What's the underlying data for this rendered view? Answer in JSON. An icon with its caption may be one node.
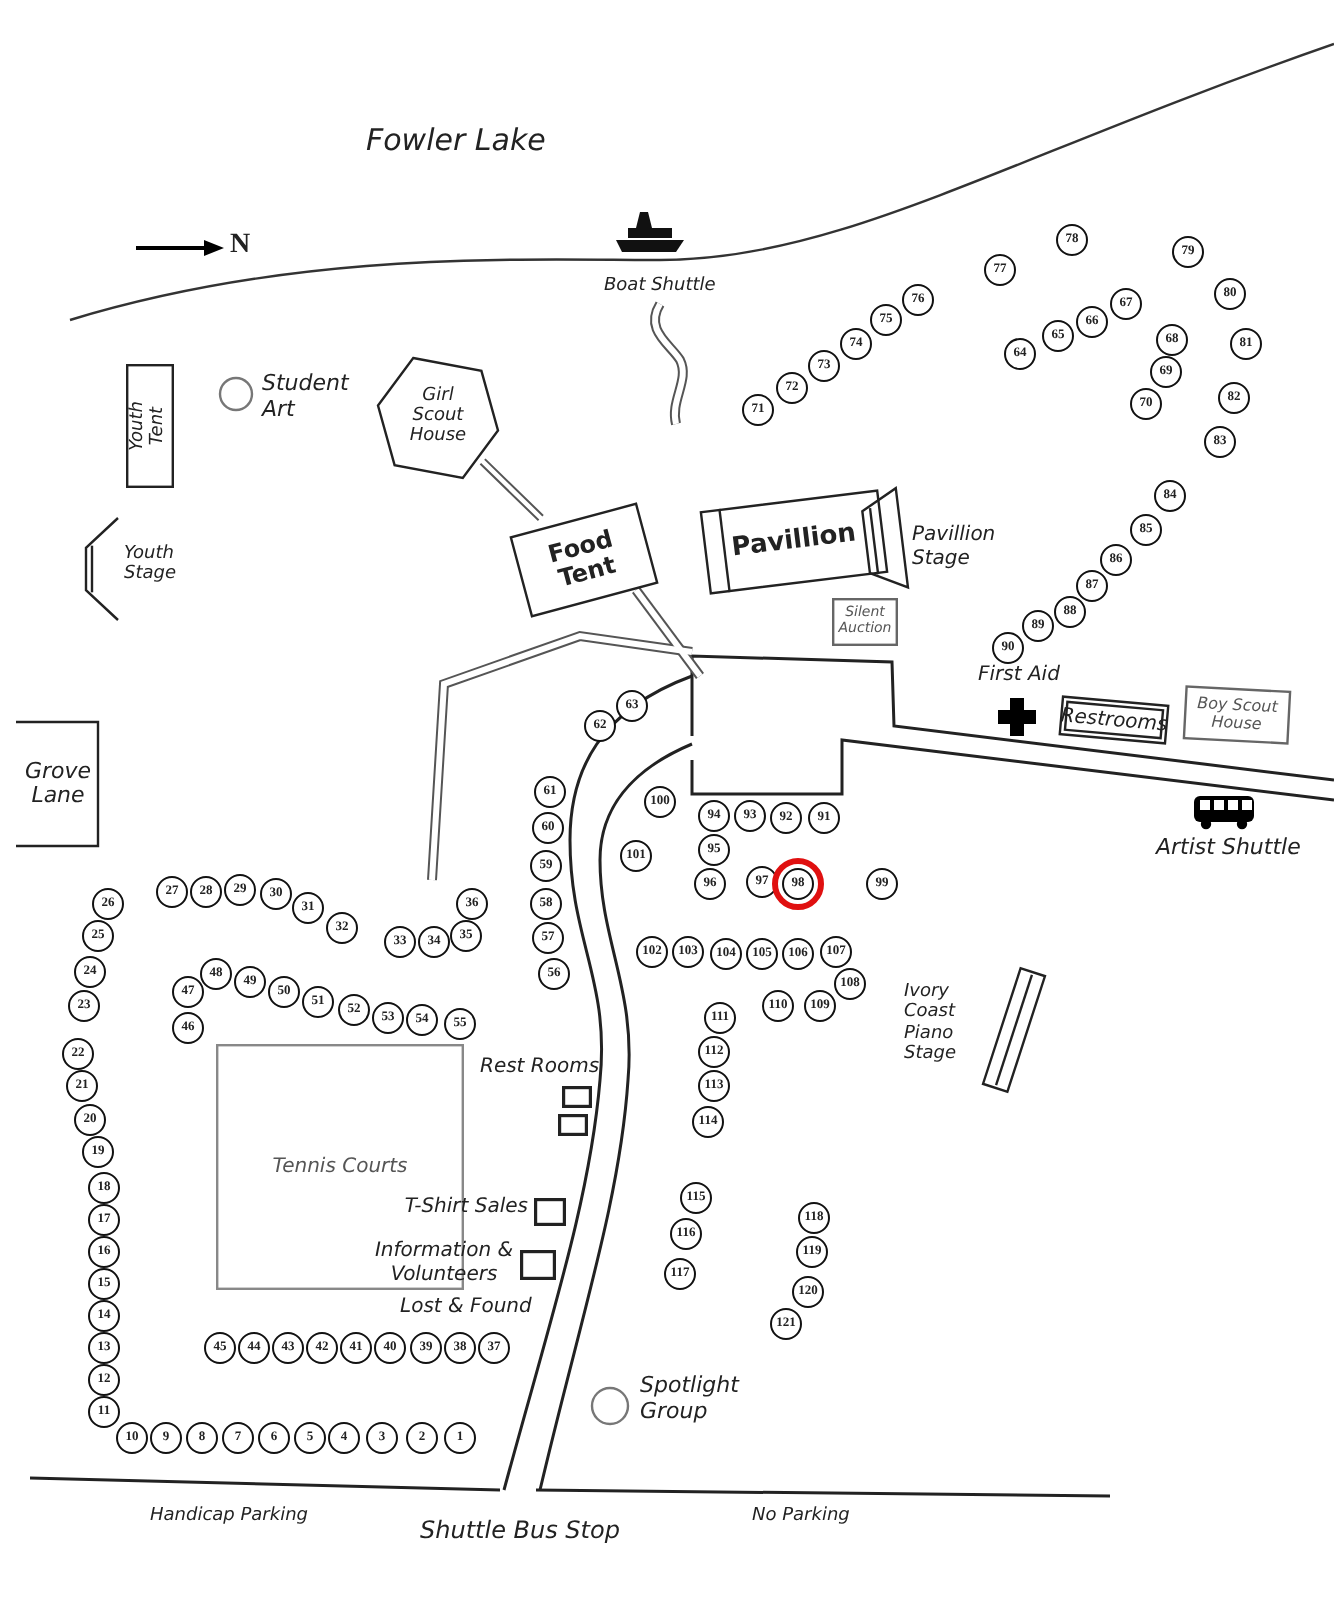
{
  "diagram": {
    "nodes": [
      {
        "text": [
          "Youth Tent"
        ]
      },
      {
        "text": [],
        "shape": "circle",
        "beside": [
          "Student Art"
        ]
      },
      {
        "text": [
          "Girl Scout House"
        ]
      },
      {
        "text": [],
        "shape": "bracket",
        "beside": [
          "Youth Stage"
        ]
      },
      {
        "text": [
          "Food Tent"
        ]
      },
      {
        "text": [
          "Pavillion"
        ]
      },
      {
        "text": [],
        "shape": "trapezoid",
        "beside": [
          "Pavillion Stage"
        ]
      },
      {
        "text": [
          "Silent Auction"
        ]
      },
      {
        "text": [
          "Restrooms"
        ]
      },
      {
        "text": [
          "Boy Scout House"
        ]
      },
      {
        "text": [
          "Grove Lane"
        ]
      },
      {
        "text": [],
        "shape": "bar",
        "beside": [
          "Ivory Coast Piano Stage"
        ]
      },
      {
        "text": [
          "Tennis Courts"
        ]
      },
      {
        "text": [],
        "shape": "box",
        "beside": [
          "Rest Rooms"
        ]
      },
      {
        "text": [],
        "shape": "box"
      },
      {
        "text": [],
        "shape": "box",
        "beside": [
          "T-Shirt Sales"
        ]
      },
      {
        "text": [],
        "shape": "box",
        "beside": [
          "Information & Volunteers"
        ]
      },
      {
        "text": [],
        "shape": "circle",
        "beside": [
          "Spotlight Group"
        ]
      },
      {
        "text": [
          "1"
        ]
      },
      {
        "text": [
          "2"
        ]
      },
      {
        "text": [
          "3"
        ]
      },
      {
        "text": [
          "4"
        ]
      },
      {
        "text": [
          "5"
        ]
      },
      {
        "text": [
          "6"
        ]
      },
      {
        "text": [
          "7"
        ]
      },
      {
        "text": [
          "8"
        ]
      },
      {
        "text": [
          "9"
        ]
      },
      {
        "text": [
          "10"
        ]
      },
      {
        "text": [
          "11"
        ]
      },
      {
        "text": [
          "12"
        ]
      },
      {
        "text": [
          "13"
        ]
      },
      {
        "text": [
          "14"
        ]
      },
      {
        "text": [
          "15"
        ]
      },
      {
        "text": [
          "16"
        ]
      },
      {
        "text": [
          "17"
        ]
      },
      {
        "text": [
          "18"
        ]
      },
      {
        "text": [
          "19"
        ]
      },
      {
        "text": [
          "20"
        ]
      },
      {
        "text": [
          "21"
        ]
      },
      {
        "text": [
          "22"
        ]
      },
      {
        "text": [
          "23"
        ]
      },
      {
        "text": [
          "24"
        ]
      },
      {
        "text": [
          "25"
        ]
      },
      {
        "text": [
          "26"
        ]
      },
      {
        "text": [
          "27"
        ]
      },
      {
        "text": [
          "28"
        ]
      },
      {
        "text": [
          "29"
        ]
      },
      {
        "text": [
          "30"
        ]
      },
      {
        "text": [
          "31"
        ]
      },
      {
        "text": [
          "32"
        ]
      },
      {
        "text": [
          "33"
        ]
      },
      {
        "text": [
          "34"
        ]
      },
      {
        "text": [
          "35"
        ]
      },
      {
        "text": [
          "36"
        ]
      },
      {
        "text": [
          "37"
        ]
      },
      {
        "text": [
          "38"
        ]
      },
      {
        "text": [
          "39"
        ]
      },
      {
        "text": [
          "40"
        ]
      },
      {
        "text": [
          "41"
        ]
      },
      {
        "text": [
          "42"
        ]
      },
      {
        "text": [
          "43"
        ]
      },
      {
        "text": [
          "44"
        ]
      },
      {
        "text": [
          "45"
        ]
      },
      {
        "text": [
          "46"
        ]
      },
      {
        "text": [
          "47"
        ]
      },
      {
        "text": [
          "48"
        ]
      },
      {
        "text": [
          "49"
        ]
      },
      {
        "text": [
          "50"
        ]
      },
      {
        "text": [
          "51"
        ]
      },
      {
        "text": [
          "52"
        ]
      },
      {
        "text": [
          "53"
        ]
      },
      {
        "text": [
          "54"
        ]
      },
      {
        "text": [
          "55"
        ]
      },
      {
        "text": [
          "56"
        ]
      },
      {
        "text": [
          "57"
        ]
      },
      {
        "text": [
          "58"
        ]
      },
      {
        "text": [
          "59"
        ]
      },
      {
        "text": [
          "60"
        ]
      },
      {
        "text": [
          "61"
        ]
      },
      {
        "text": [
          "62"
        ]
      },
      {
        "text": [
          "63"
        ]
      },
      {
        "text": [
          "64"
        ]
      },
      {
        "text": [
          "65"
        ]
      },
      {
        "text": [
          "66"
        ]
      },
      {
        "text": [
          "67"
        ]
      },
      {
        "text": [
          "68"
        ]
      },
      {
        "text": [
          "69"
        ]
      },
      {
        "text": [
          "70"
        ]
      },
      {
        "text": [
          "71"
        ]
      },
      {
        "text": [
          "72"
        ]
      },
      {
        "text": [
          "73"
        ]
      },
      {
        "text": [
          "74"
        ]
      },
      {
        "text": [
          "75"
        ]
      },
      {
        "text": [
          "76"
        ]
      },
      {
        "text": [
          "77"
        ]
      },
      {
        "text": [
          "78"
        ]
      },
      {
        "text": [
          "79"
        ]
      },
      {
        "text": [
          "80"
        ]
      },
      {
        "text": [
          "81"
        ]
      },
      {
        "text": [
          "82"
        ]
      },
      {
        "text": [
          "83"
        ]
      },
      {
        "text": [
          "84"
        ]
      },
      {
        "text": [
          "85"
        ]
      },
      {
        "text": [
          "86"
        ]
      },
      {
        "text": [
          "87"
        ]
      },
      {
        "text": [
          "88"
        ]
      },
      {
        "text": [
          "89"
        ]
      },
      {
        "text": [
          "90"
        ]
      },
      {
        "text": [
          "91"
        ]
      },
      {
        "text": [
          "92"
        ]
      },
      {
        "text": [
          "93"
        ]
      },
      {
        "text": [
          "94"
        ]
      },
      {
        "text": [
          "95"
        ]
      },
      {
        "text": [
          "96"
        ]
      },
      {
        "text": [
          "97"
        ]
      },
      {
        "text": [
          "98"
        ]
      },
      {
        "text": [
          "99"
        ]
      },
      {
        "text": [
          "100"
        ]
      },
      {
        "text": [
          "101"
        ]
      },
      {
        "text": [
          "102"
        ]
      },
      {
        "text": [
          "103"
        ]
      },
      {
        "text": [
          "104"
        ]
      },
      {
        "text": [
          "105"
        ]
      },
      {
        "text": [
          "106"
        ]
      },
      {
        "text": [
          "107"
        ]
      },
      {
        "text": [
          "108"
        ]
      },
      {
        "text": [
          "109"
        ]
      },
      {
        "text": [
          "110"
        ]
      },
      {
        "text": [
          "111"
        ]
      },
      {
        "text": [
          "112"
        ]
      },
      {
        "text": [
          "113"
        ]
      },
      {
        "text": [
          "114"
        ]
      },
      {
        "text": [
          "115"
        ]
      },
      {
        "text": [
          "116"
        ]
      },
      {
        "text": [
          "117"
        ]
      },
      {
        "text": [
          "118"
        ]
      },
      {
        "text": [
          "119"
        ]
      },
      {
        "text": [
          "120"
        ]
      },
      {
        "text": [
          "121"
        ]
      }
    ],
    "edges": [
      {
        "from": 2,
        "to": 4,
        "arrow": "none"
      }
    ],
    "labels": [
      "Fowler Lake",
      "N",
      "Boat Shuttle",
      "First Aid",
      "Artist Shuttle",
      "Lost & Found",
      "Handicap Parking",
      "Shuttle Bus Stop",
      "No Parking"
    ]
  }
}
